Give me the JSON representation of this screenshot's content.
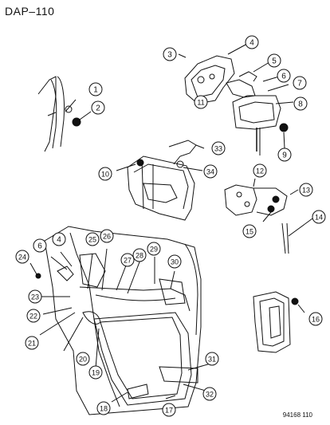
{
  "header": {
    "title": "DAP–110"
  },
  "footer": {
    "code": "94168  110"
  },
  "callouts": [
    {
      "label": "1"
    },
    {
      "label": "2"
    },
    {
      "label": "3"
    },
    {
      "label": "4"
    },
    {
      "label": "5"
    },
    {
      "label": "6"
    },
    {
      "label": "7"
    },
    {
      "label": "8"
    },
    {
      "label": "9"
    },
    {
      "label": "10"
    },
    {
      "label": "11"
    },
    {
      "label": "12"
    },
    {
      "label": "13"
    },
    {
      "label": "14"
    },
    {
      "label": "15"
    },
    {
      "label": "16"
    },
    {
      "label": "17"
    },
    {
      "label": "18"
    },
    {
      "label": "19"
    },
    {
      "label": "20"
    },
    {
      "label": "21"
    },
    {
      "label": "22"
    },
    {
      "label": "23"
    },
    {
      "label": "24"
    },
    {
      "label": "25"
    },
    {
      "label": "26"
    },
    {
      "label": "27"
    },
    {
      "label": "28"
    },
    {
      "label": "29"
    },
    {
      "label": "30"
    },
    {
      "label": "31"
    },
    {
      "label": "32"
    },
    {
      "label": "33"
    },
    {
      "label": "34"
    },
    {
      "label": "4"
    },
    {
      "label": "6"
    }
  ]
}
